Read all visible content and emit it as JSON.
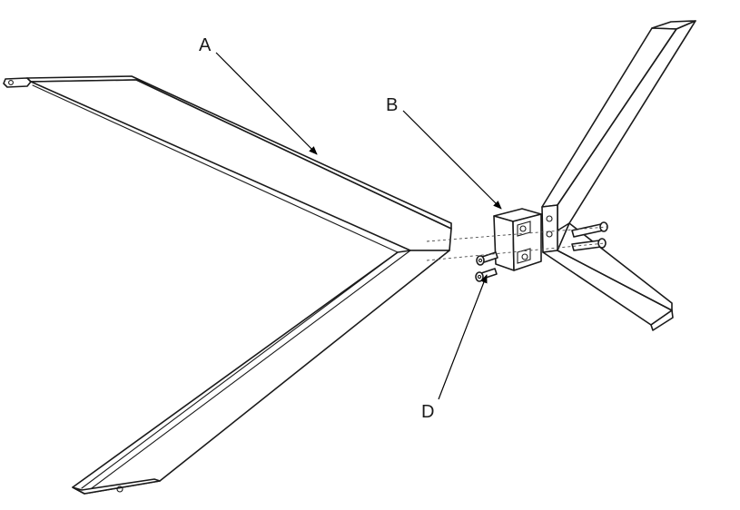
{
  "callouts": {
    "a": "A",
    "b": "B",
    "d": "D"
  },
  "colors": {
    "line": "#1a1a1a",
    "background": "#ffffff"
  }
}
